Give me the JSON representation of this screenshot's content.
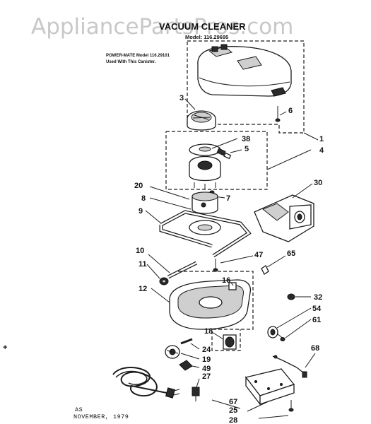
{
  "header": {
    "title": "VACUUM CLEANER",
    "model": "Model: 116.29695",
    "note_line1": "POWER-MATE Model 116.29101",
    "note_line2": "Used With This Canister."
  },
  "watermark": "AppliancePartsPros.com",
  "footer": {
    "line1": "AS",
    "line2": "NOVEMBER, 1979"
  },
  "callouts": [
    {
      "id": "c1",
      "text": "1"
    },
    {
      "id": "c3",
      "text": "3"
    },
    {
      "id": "c4",
      "text": "4"
    },
    {
      "id": "c5",
      "text": "5"
    },
    {
      "id": "c6",
      "text": "6"
    },
    {
      "id": "c7",
      "text": "7"
    },
    {
      "id": "c8",
      "text": "8"
    },
    {
      "id": "c9",
      "text": "9"
    },
    {
      "id": "c10",
      "text": "10"
    },
    {
      "id": "c11",
      "text": "11"
    },
    {
      "id": "c12",
      "text": "12"
    },
    {
      "id": "c16",
      "text": "16"
    },
    {
      "id": "c18",
      "text": "18"
    },
    {
      "id": "c19",
      "text": "19"
    },
    {
      "id": "c20",
      "text": "20"
    },
    {
      "id": "c24",
      "text": "24"
    },
    {
      "id": "c25",
      "text": "25"
    },
    {
      "id": "c27",
      "text": "27"
    },
    {
      "id": "c28",
      "text": "28"
    },
    {
      "id": "c30",
      "text": "30"
    },
    {
      "id": "c32",
      "text": "32"
    },
    {
      "id": "c38",
      "text": "38"
    },
    {
      "id": "c47",
      "text": "47"
    },
    {
      "id": "c49",
      "text": "49"
    },
    {
      "id": "c54",
      "text": "54"
    },
    {
      "id": "c61",
      "text": "61"
    },
    {
      "id": "c65",
      "text": "65"
    },
    {
      "id": "c67",
      "text": "67"
    },
    {
      "id": "c68",
      "text": "68"
    }
  ]
}
